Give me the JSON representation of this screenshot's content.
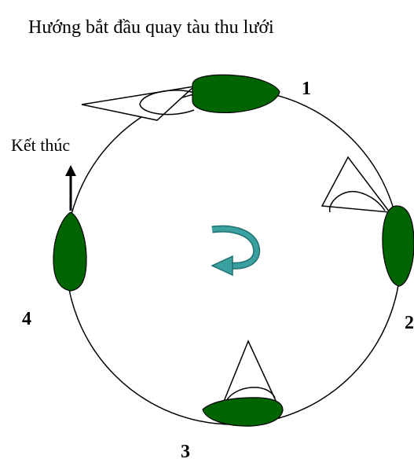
{
  "diagram": {
    "title": "Hướng bắt đầu quay tàu thu lưới",
    "end_label": "Kết thúc",
    "positions": [
      {
        "label": "1"
      },
      {
        "label": "2"
      },
      {
        "label": "3"
      },
      {
        "label": "4"
      }
    ],
    "colors": {
      "boat_fill": "#006400",
      "boat_stroke": "#000000",
      "rotation_arrow": "#2e8b8b",
      "line": "#000000"
    },
    "icons": [
      "boat-icon",
      "net-icon",
      "rotation-arrow-icon",
      "up-arrow-icon"
    ]
  }
}
